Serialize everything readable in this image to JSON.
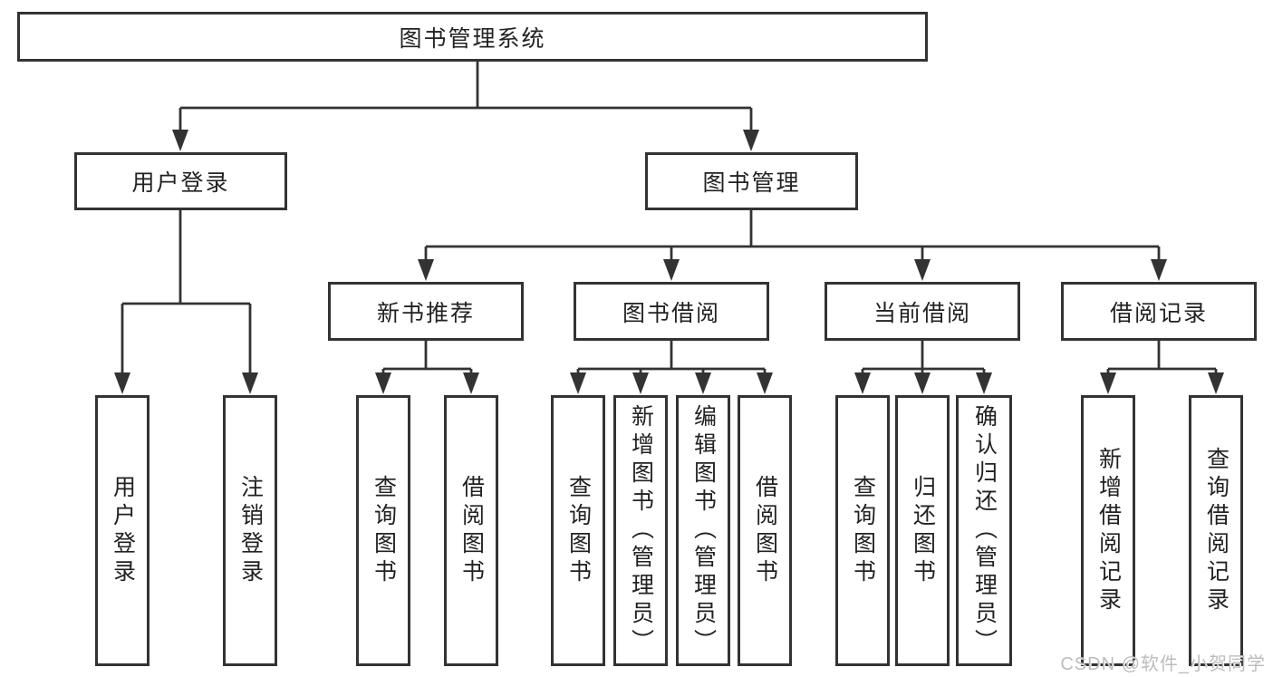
{
  "diagram": {
    "root": {
      "label": "图书管理系统"
    },
    "level2": [
      {
        "label": "用户登录"
      },
      {
        "label": "图书管理"
      }
    ],
    "level3": [
      {
        "label": "新书推荐"
      },
      {
        "label": "图书借阅"
      },
      {
        "label": "当前借阅"
      },
      {
        "label": "借阅记录"
      }
    ],
    "leaves": [
      {
        "label": "用户登录"
      },
      {
        "label": "注销登录"
      },
      {
        "label": "查询图书"
      },
      {
        "label": "借阅图书"
      },
      {
        "label": "查询图书"
      },
      {
        "label": "新增图书（管理员）"
      },
      {
        "label": "编辑图书（管理员）"
      },
      {
        "label": "借阅图书"
      },
      {
        "label": "查询图书"
      },
      {
        "label": "归还图书"
      },
      {
        "label": "确认归还（管理员）"
      },
      {
        "label": "新增借阅记录"
      },
      {
        "label": "查询借阅记录"
      }
    ],
    "watermark": "CSDN @软件_小贺同学",
    "colors": {
      "line": "#333333",
      "text": "#222222",
      "watermark": "#bdbdbd",
      "background": "#ffffff"
    }
  }
}
